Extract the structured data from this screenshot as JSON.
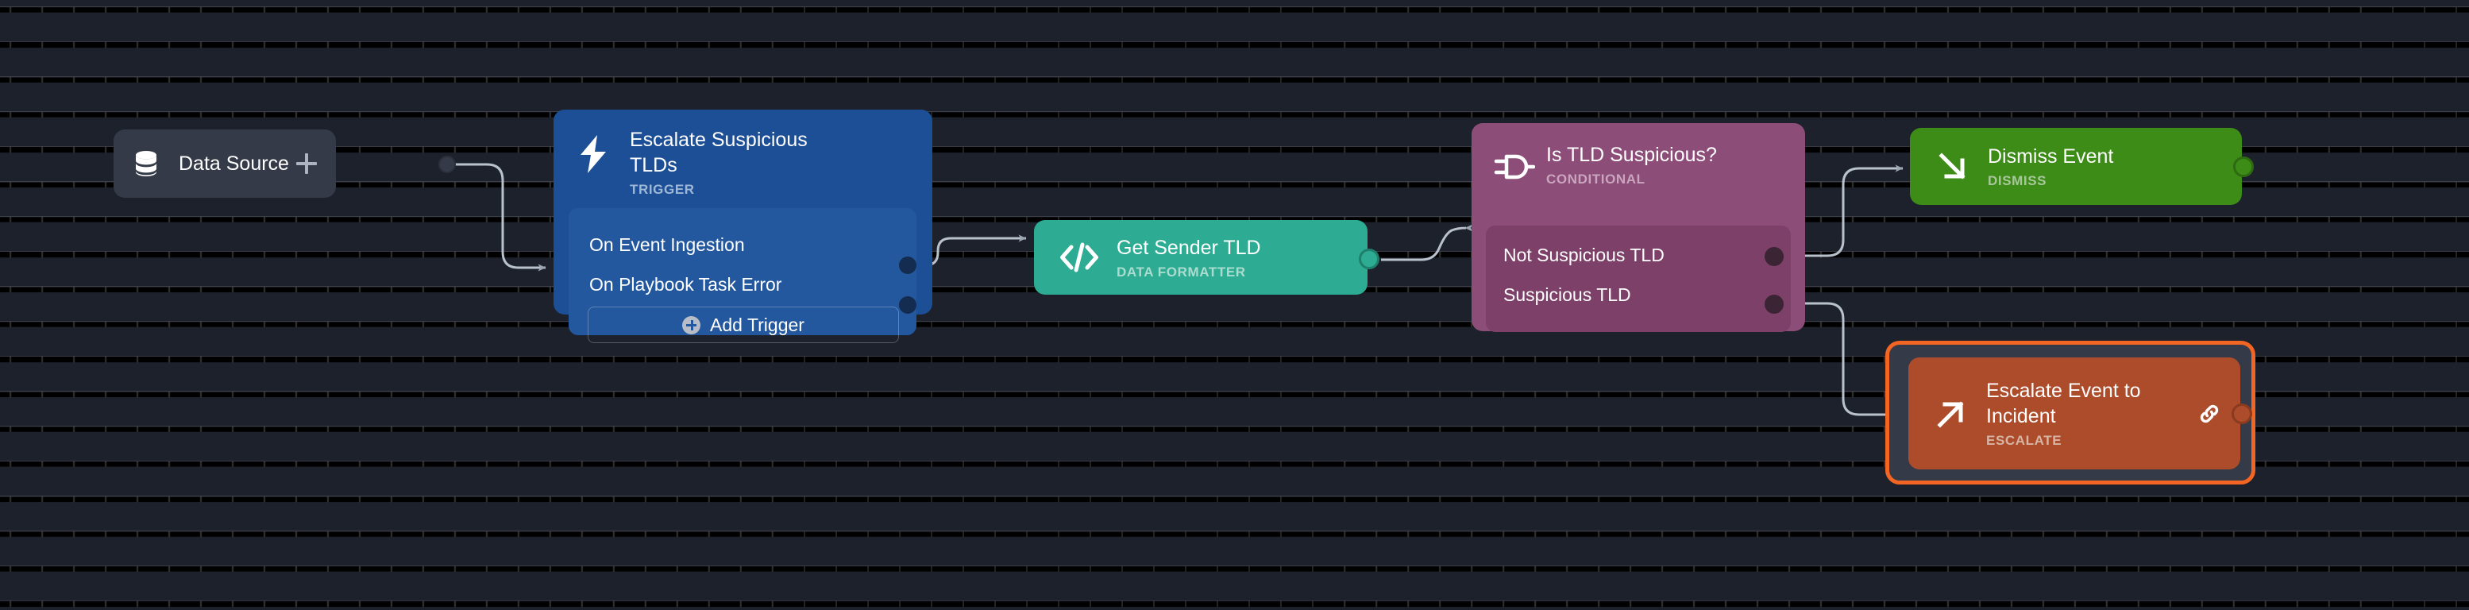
{
  "canvas": {
    "background_color": "#1d212c",
    "grid_dot_color": "#565b66",
    "edge_color": "#b9c2cc"
  },
  "nodes": [
    {
      "id": "data-source",
      "title": "Data Source",
      "icon": "database-icon",
      "add_icon": "plus-icon",
      "color": "#343a47",
      "text_color": "#ffffff"
    },
    {
      "id": "trigger",
      "title": "Escalate Suspicious TLDs",
      "subtitle": "TRIGGER",
      "icon": "lightning-bolt-icon",
      "color": "#1d4f96",
      "panel_color": "#23589f",
      "subtitle_color": "#9fb8d6",
      "rows": [
        {
          "label": "On Event Ingestion"
        },
        {
          "label": "On Playbook Task Error"
        }
      ],
      "add_button": {
        "label": "Add Trigger",
        "icon": "plus-circle-icon"
      }
    },
    {
      "id": "formatter",
      "title": "Get Sender TLD",
      "subtitle": "DATA FORMATTER",
      "icon": "code-brackets-icon",
      "color": "#2dac93",
      "subtitle_color": "#aadccf"
    },
    {
      "id": "conditional",
      "title": "Is TLD Suspicious?",
      "subtitle": "CONDITIONAL",
      "icon": "logic-gate-icon",
      "color": "#8c4d79",
      "panel_color": "#7d4069",
      "subtitle_color": "#caa5bd",
      "rows": [
        {
          "label": "Not Suspicious TLD"
        },
        {
          "label": "Suspicious TLD"
        }
      ]
    },
    {
      "id": "dismiss",
      "title": "Dismiss Event",
      "subtitle": "DISMISS",
      "icon": "arrow-down-right-icon",
      "color": "#3c8c17",
      "subtitle_color": "#a8c79a"
    },
    {
      "id": "escalate",
      "title": "Escalate Event to Incident",
      "subtitle": "ESCALATE",
      "icon": "arrow-up-right-icon",
      "badge_icon": "link-icon",
      "color": "#ad4c2b",
      "subtitle_color": "#d8b4a5",
      "selected": true,
      "selection_color": "#f26522"
    }
  ],
  "edges": [
    {
      "from": "data-source",
      "to": "trigger"
    },
    {
      "from": "trigger.On Event Ingestion",
      "to": "formatter"
    },
    {
      "from": "formatter",
      "to": "conditional"
    },
    {
      "from": "conditional.Not Suspicious TLD",
      "to": "dismiss"
    },
    {
      "from": "conditional.Suspicious TLD",
      "to": "escalate"
    }
  ]
}
